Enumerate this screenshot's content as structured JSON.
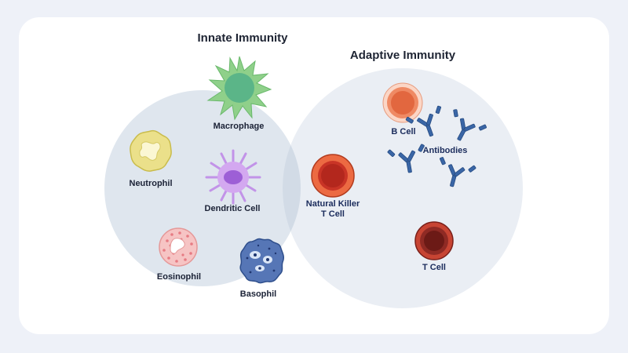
{
  "titles": {
    "innate": "Innate Immunity",
    "adaptive": "Adaptive Immunity"
  },
  "cells": {
    "macrophage": "Macrophage",
    "neutrophil": "Neutrophil",
    "dendritic": "Dendritic Cell",
    "eosinophil": "Eosinophil",
    "basophil": "Basophil",
    "nk_line1": "Natural Killer",
    "nk_line2": "T Cell",
    "b_cell": "B Cell",
    "antibodies": "Antibodies",
    "t_cell": "T Cell"
  },
  "colors": {
    "background": "#eef1f8",
    "innate_circle": "#dfe6ee",
    "adaptive_circle": "#eaeef4",
    "overlap": "#d2dbe6",
    "macrophage": "#7fc98f",
    "neutrophil": "#e8dc7a",
    "dendritic": "#b687e0",
    "eosinophil": "#f2b7b7",
    "basophil": "#4f6fb4",
    "nk_cell": "#e0542e",
    "b_cell": "#f08662",
    "antibody": "#3a66a6",
    "t_cell": "#8f2a24"
  },
  "icons": [
    "macrophage-icon",
    "neutrophil-icon",
    "dendritic-cell-icon",
    "eosinophil-icon",
    "basophil-icon",
    "nk-cell-icon",
    "b-cell-icon",
    "antibody-icon",
    "t-cell-icon"
  ]
}
